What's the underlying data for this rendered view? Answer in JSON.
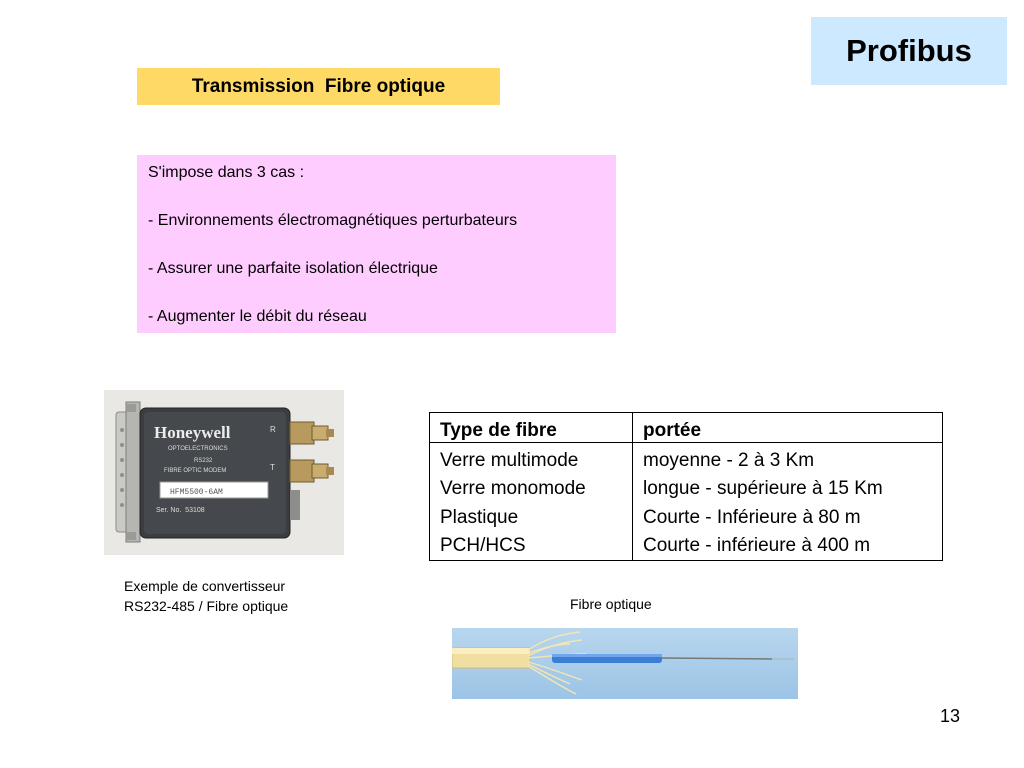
{
  "slide": {
    "title": "Profibus",
    "subtitle": "Transmission  Fibre optique",
    "page_number": "13"
  },
  "intro": {
    "lead": "S'impose dans 3 cas :",
    "items": [
      "- Environnements électromagnétiques perturbateurs",
      "- Assurer une parfaite isolation électrique",
      "- Augmenter le débit du réseau"
    ]
  },
  "converter_photo": {
    "brand": "Honeywell",
    "line1": "OPTOELECTRONICS",
    "line2": "RS232",
    "line3": "FIBRE OPTIC MODEM",
    "model": "HFM5500-6AM",
    "serial": "Ser. No.  53108",
    "port_r": "R",
    "port_t": "T",
    "caption_line1": "Exemple de convertisseur",
    "caption_line2": "RS232-485 / Fibre optique"
  },
  "fiber_photo": {
    "caption": "Fibre optique"
  },
  "table": {
    "headers": [
      "Type de fibre",
      "portée"
    ],
    "rows": [
      [
        "Verre multimode",
        "moyenne - 2 à 3 Km"
      ],
      [
        "Verre monomode",
        "longue - supérieure à 15 Km"
      ],
      [
        "Plastique",
        "Courte - Inférieure à 80 m"
      ],
      [
        "PCH/HCS",
        "Courte - inférieure à 400 m"
      ]
    ]
  }
}
